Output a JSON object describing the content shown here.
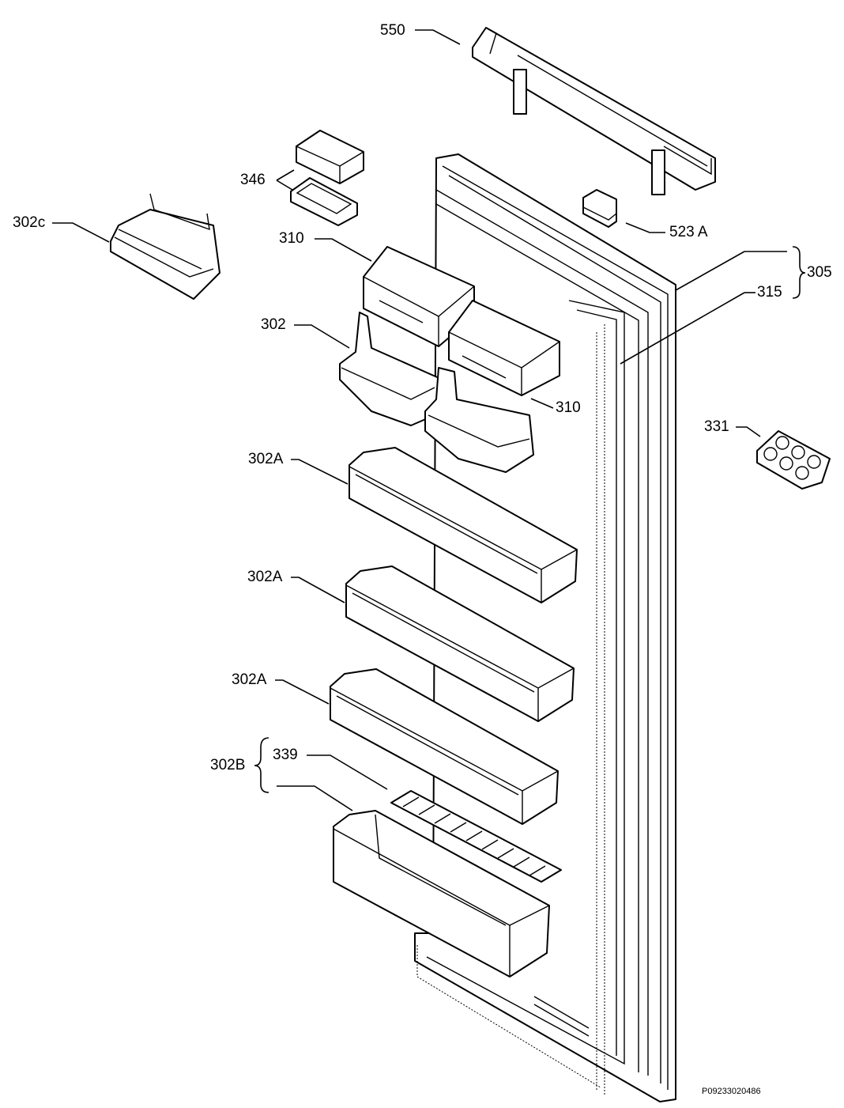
{
  "labels": {
    "l550": "550",
    "l346": "346",
    "l302c": "302c",
    "l523a": "523 A",
    "l310_top": "310",
    "l305": "305",
    "l315": "315",
    "l302": "302",
    "l310_bottom": "310",
    "l331": "331",
    "l302a_1": "302A",
    "l302a_2": "302A",
    "l302a_3": "302A",
    "l339": "339",
    "l302b": "302B"
  },
  "drawing_id": "P09233020486"
}
